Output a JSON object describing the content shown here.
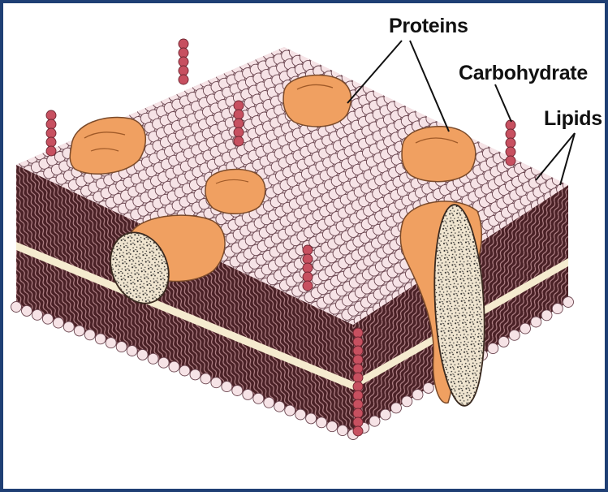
{
  "labels": {
    "proteins": "Proteins",
    "carbohydrate": "Carbohydrate",
    "lipids": "Lipids"
  },
  "colors": {
    "frame": "#1f3f74",
    "lipid_head": "#f6e3e6",
    "lipid_head_stroke": "#6b4650",
    "tail": "#4a2126",
    "bilayer_gap": "#f5ebcf",
    "protein": "#f0a061",
    "protein_dark": "#c97132",
    "carbohydrate": "#c75060"
  }
}
